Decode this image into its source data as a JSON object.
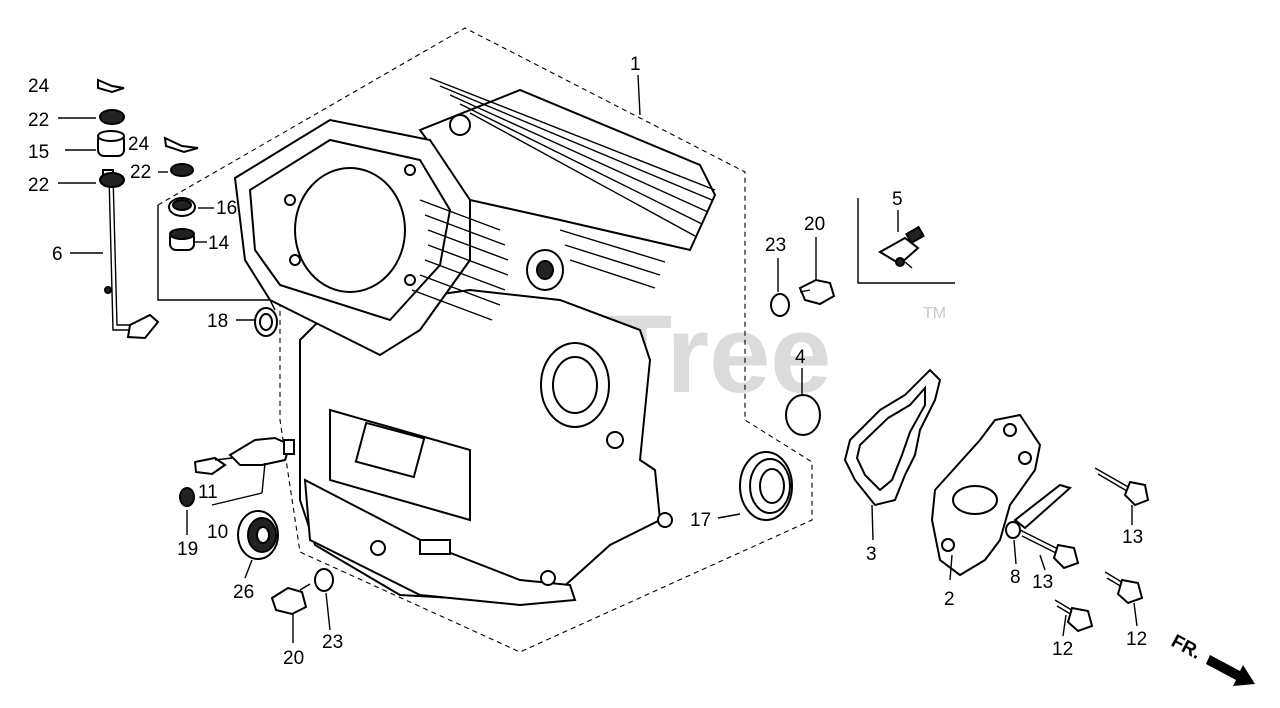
{
  "watermark": {
    "text": "PartsTree",
    "trademark": "TM"
  },
  "callouts": {
    "c1": "1",
    "c2": "2",
    "c3": "3",
    "c4": "4",
    "c5": "5",
    "c6": "6",
    "c8": "8",
    "c10": "10",
    "c11": "11",
    "c12a": "12",
    "c12b": "12",
    "c13a": "13",
    "c13b": "13",
    "c14": "14",
    "c15": "15",
    "c16": "16",
    "c17": "17",
    "c18": "18",
    "c19": "19",
    "c20a": "20",
    "c20b": "20",
    "c22a": "22",
    "c22b": "22",
    "c22c": "22",
    "c23a": "23",
    "c23b": "23",
    "c24a": "24",
    "c24b": "24",
    "c26": "26"
  },
  "front_arrow": {
    "text": "FR."
  }
}
